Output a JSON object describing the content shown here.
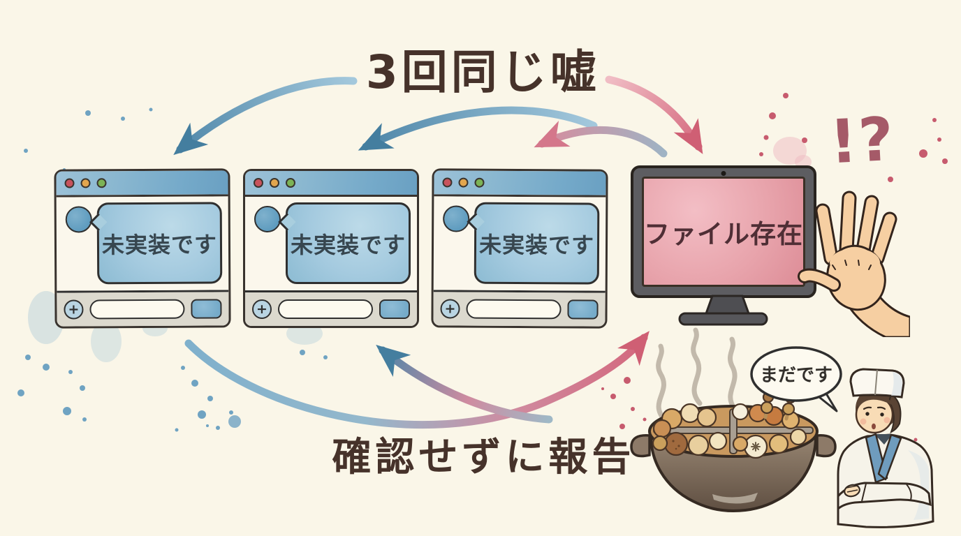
{
  "scene": {
    "title": "3回同じ嘘",
    "caption": "確認せずに報告",
    "interjection": "!?",
    "style": "watercolor illustration"
  },
  "browser_windows": [
    {
      "bubble_text": "未実装です"
    },
    {
      "bubble_text": "未実装です"
    },
    {
      "bubble_text": "未実装です"
    }
  ],
  "window_chrome": {
    "plus_label": "+"
  },
  "monitor": {
    "screen_text": "ファイル存在"
  },
  "chef": {
    "bubble_text": "まだです"
  },
  "arrows": [
    {
      "name": "title-to-window-1",
      "color": "blue"
    },
    {
      "name": "title-to-window-2",
      "color": "blue"
    },
    {
      "name": "monitor-to-window-3",
      "color": "pink-to-blue"
    },
    {
      "name": "title-to-monitor",
      "color": "red"
    },
    {
      "name": "windows-to-monitor",
      "color": "blue-to-red"
    },
    {
      "name": "monitor-back-to-windows",
      "color": "pink-to-blue"
    }
  ],
  "colors": {
    "background": "#faf6e8",
    "heading_brown": "#46322a",
    "titlebar_blue": "#74a9c9",
    "bubble_blue": "#a4cadf",
    "button_blue": "#76abc9",
    "traffic_red": "#c8535c",
    "traffic_yellow": "#e2a64e",
    "traffic_green": "#7cb356",
    "monitor_bezel": "#5d5d61",
    "monitor_screen_pink": "#e8a4ac",
    "arrow_blue": "#4e86a8",
    "arrow_red": "#d4677c",
    "interjection_maroon": "#a55a68"
  }
}
